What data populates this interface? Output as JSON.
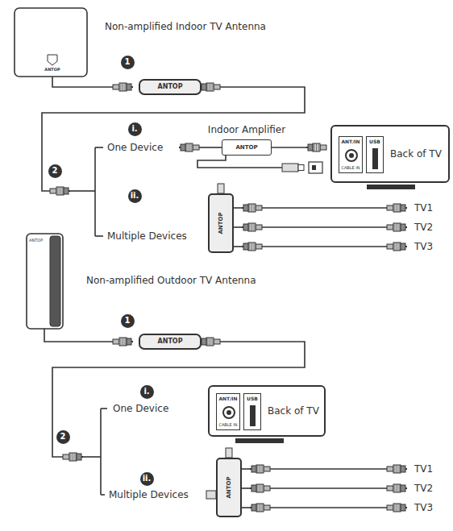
{
  "diagram": {
    "nodes": [
      {
        "text": [
          "ANTOP"
        ]
      },
      {
        "text": [
          "Indoor Amplifier",
          "ANTOP"
        ]
      },
      {
        "text": [
          "Back of TV"
        ]
      },
      {
        "text": [
          "ANT/IN",
          "CABLE IN"
        ],
        "in": 2
      },
      {
        "text": [
          "USB"
        ],
        "in": 2
      },
      {
        "text": [
          "ANTOP"
        ]
      },
      {
        "text": [
          "ANTOP"
        ]
      },
      {
        "text": [
          "Back of TV"
        ]
      },
      {
        "text": [
          "ANT/IN",
          "CABLE IN"
        ],
        "in": 7
      },
      {
        "text": [
          "USB"
        ],
        "in": 7
      },
      {
        "text": [
          "ANTOP"
        ]
      }
    ],
    "labels": [
      "Non-amplified Indoor TV Antenna",
      "ANTOP",
      "1",
      "2",
      "i.",
      "One Device",
      "ii.",
      "Multiple Devices",
      "TV1",
      "TV2",
      "TV3",
      "Non-amplified Outdoor TV Antenna",
      "ANTOP",
      "1",
      "2",
      "i.",
      "One Device",
      "ii.",
      "Multiple Devices",
      "TV1",
      "TV2",
      "TV3"
    ]
  }
}
